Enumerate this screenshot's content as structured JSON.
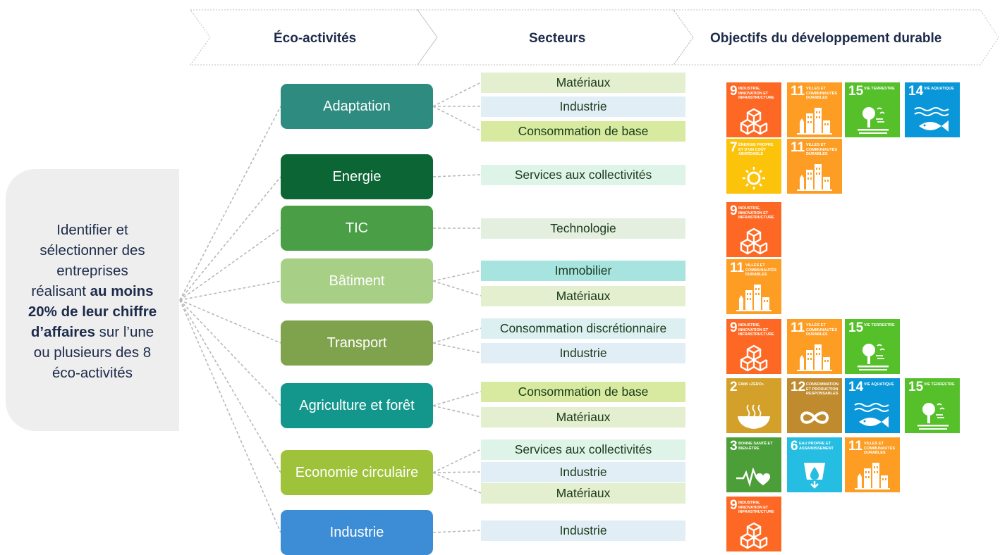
{
  "headers": [
    "Éco-activités",
    "Secteurs",
    "Objectifs du développement durable"
  ],
  "left": {
    "line1": "Identifier et",
    "line2": "sélectionner des",
    "line3": "entreprises",
    "line4_pre": "réalisant ",
    "line4_bold": "au moins",
    "line5_bold": "20% de leur chiffre",
    "line6_bold": "d’affaires",
    "line6_post": " sur l’une",
    "line7": "ou plusieurs des 8",
    "line8": "éco-activités"
  },
  "eco_activities": [
    {
      "label": "Adaptation",
      "color": "#2e8b80"
    },
    {
      "label": "Energie",
      "color": "#0b6534"
    },
    {
      "label": "TIC",
      "color": "#4a9e45"
    },
    {
      "label": "Bâtiment",
      "color": "#a7d086"
    },
    {
      "label": "Transport",
      "color": "#7fa24c"
    },
    {
      "label": "Agriculture et forêt",
      "color": "#13968c"
    },
    {
      "label": "Economie circulaire",
      "color": "#9ec23a"
    },
    {
      "label": "Industrie",
      "color": "#3d8dd6"
    }
  ],
  "sectors": [
    {
      "label": "Matériaux",
      "color": "#e4efd0"
    },
    {
      "label": "Industrie",
      "color": "#e2eef6"
    },
    {
      "label": "Consommation de base",
      "color": "#d7ea9f"
    },
    {
      "label": "Services aux collectivités",
      "color": "#dff4e9"
    },
    {
      "label": "Technologie",
      "color": "#e4efe0"
    },
    {
      "label": "Immobilier",
      "color": "#a7e3df"
    },
    {
      "label": "Matériaux",
      "color": "#e4efd0"
    },
    {
      "label": "Consommation discrétionnaire",
      "color": "#dcf0f1"
    },
    {
      "label": "Industrie",
      "color": "#e2eef6"
    },
    {
      "label": "Consommation de base",
      "color": "#d7ea9f"
    },
    {
      "label": "Matériaux",
      "color": "#e4efd0"
    },
    {
      "label": "Services aux collectivités",
      "color": "#dff4e9"
    },
    {
      "label": "Industrie",
      "color": "#e2eef6"
    },
    {
      "label": "Matériaux",
      "color": "#e4efd0"
    },
    {
      "label": "Industrie",
      "color": "#e2eef6"
    }
  ],
  "sdg_types": {
    "2": {
      "label": "Faim «zéro»",
      "color": "#d3a029",
      "icon": "bowl-icon"
    },
    "3": {
      "label": "Bonne santé et bien-être",
      "color": "#4c9f38",
      "icon": "heartbeat-icon"
    },
    "6": {
      "label": "Eau propre et assainissement",
      "color": "#26bde2",
      "icon": "water-drop-icon"
    },
    "7": {
      "label": "Énergie propre et d’un coût abordable",
      "color": "#fcc30b",
      "icon": "sun-icon"
    },
    "9": {
      "label": "Industrie, innovation et infrastructure",
      "color": "#fd6925",
      "icon": "cubes-icon"
    },
    "11": {
      "label": "Villes et communautés durables",
      "color": "#fd9d24",
      "icon": "city-icon"
    },
    "12": {
      "label": "Consommation et production responsables",
      "color": "#bf8b2e",
      "icon": "infinity-icon"
    },
    "14": {
      "label": "Vie aquatique",
      "color": "#0a97d9",
      "icon": "fish-icon"
    },
    "15": {
      "label": "Vie terrestre",
      "color": "#56c02b",
      "icon": "tree-icon"
    }
  },
  "sdg_rows": [
    [
      "9",
      "11",
      "15",
      "14"
    ],
    [
      "7",
      "11"
    ],
    [
      "9"
    ],
    [
      "11"
    ],
    [
      "9",
      "11",
      "15"
    ],
    [
      "2",
      "12",
      "14",
      "15"
    ],
    [
      "3",
      "6",
      "11"
    ],
    [
      "9"
    ]
  ]
}
